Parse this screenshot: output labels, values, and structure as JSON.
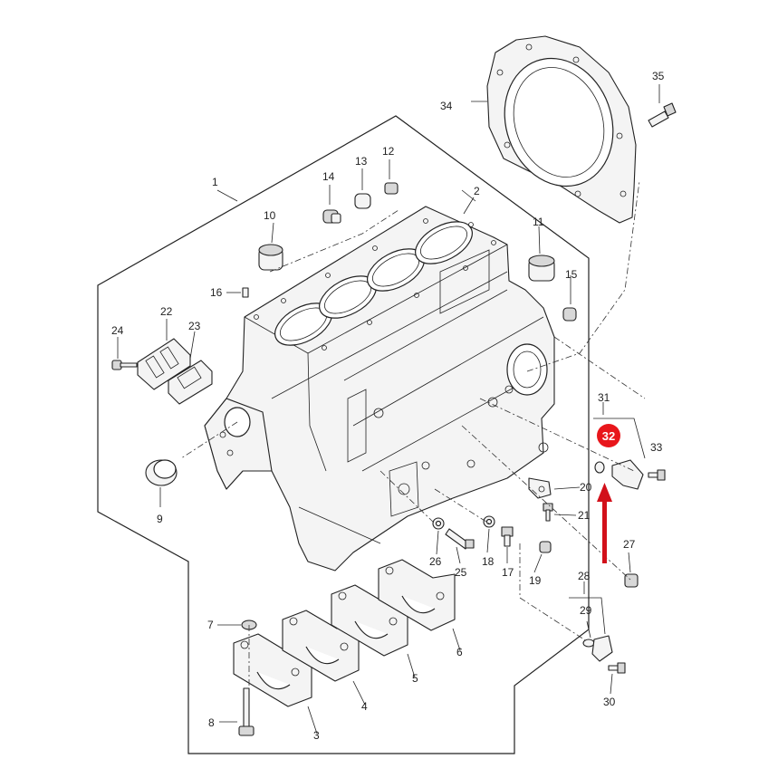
{
  "diagram": {
    "callouts": [
      "1",
      "2",
      "3",
      "4",
      "5",
      "6",
      "7",
      "8",
      "9",
      "10",
      "11",
      "12",
      "13",
      "14",
      "15",
      "16",
      "17",
      "18",
      "19",
      "20",
      "21",
      "22",
      "23",
      "24",
      "25",
      "26",
      "27",
      "28",
      "29",
      "30",
      "31",
      "33",
      "34",
      "35"
    ],
    "highlight": {
      "label": "32",
      "color": "#e8161b",
      "arrow_color": "#d2101a"
    }
  }
}
